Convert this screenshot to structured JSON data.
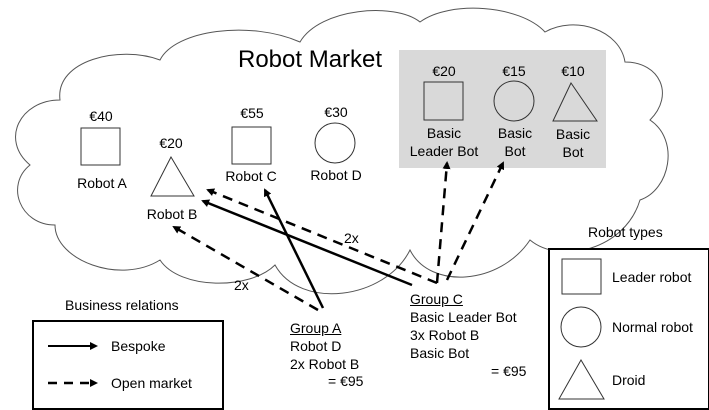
{
  "market": {
    "title": "Robot Market",
    "robots": [
      {
        "name": "Robot A",
        "price": "€40",
        "type": "leader"
      },
      {
        "name": "Robot B",
        "price": "€20",
        "type": "droid"
      },
      {
        "name": "Robot C",
        "price": "€55",
        "type": "leader"
      },
      {
        "name": "Robot D",
        "price": "€30",
        "type": "normal"
      }
    ],
    "basic_panel": {
      "fill": "#d9d9d9",
      "robots": [
        {
          "name_line1": "Basic",
          "name_line2": "Leader Bot",
          "price": "€20",
          "type": "leader"
        },
        {
          "name_line1": "Basic",
          "name_line2": "Bot",
          "price": "€15",
          "type": "normal"
        },
        {
          "name_line1": "Basic",
          "name_line2": "Bot",
          "price": "€10",
          "type": "droid"
        }
      ]
    }
  },
  "groups": {
    "a": {
      "title": "Group A",
      "lines": [
        "Robot D",
        "2x Robot B"
      ],
      "total": "= €95"
    },
    "c": {
      "title": "Group C",
      "lines": [
        "Basic Leader Bot",
        "3x Robot B",
        "Basic Bot"
      ],
      "total": "= €95"
    }
  },
  "relations": [
    {
      "from": "Group A",
      "to": "Robot C",
      "kind": "bespoke"
    },
    {
      "from": "Group A",
      "to": "Robot B",
      "kind": "open market",
      "multiplier": "2x"
    },
    {
      "from": "Group C",
      "to": "Robot B",
      "kind": "bespoke"
    },
    {
      "from": "Group C",
      "to": "Robot B",
      "kind": "open market",
      "multiplier": "2x"
    },
    {
      "from": "Group C",
      "to": "Basic Leader Bot",
      "kind": "open market"
    },
    {
      "from": "Group C",
      "to": "Basic Bot",
      "kind": "open market"
    }
  ],
  "multiplier_labels": {
    "group_a_to_b": "2x",
    "group_c_to_b": "2x"
  },
  "legend_relations": {
    "title": "Business relations",
    "items": [
      {
        "label": "Bespoke",
        "style": "solid"
      },
      {
        "label": "Open market",
        "style": "dashed"
      }
    ]
  },
  "legend_types": {
    "title": "Robot types",
    "items": [
      {
        "label": "Leader robot",
        "shape": "square"
      },
      {
        "label": "Normal robot",
        "shape": "circle"
      },
      {
        "label": "Droid",
        "shape": "triangle"
      }
    ]
  }
}
